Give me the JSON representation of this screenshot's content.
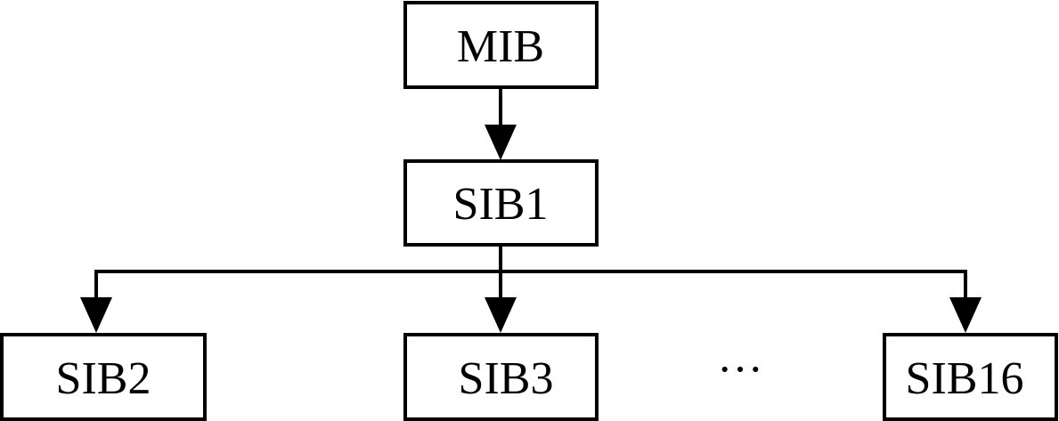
{
  "diagram": {
    "nodes": {
      "mib": "MIB",
      "sib1": "SIB1",
      "sib2": "SIB2",
      "sib3": "SIB3",
      "sib16": "SIB16"
    },
    "ellipsis": "···"
  }
}
